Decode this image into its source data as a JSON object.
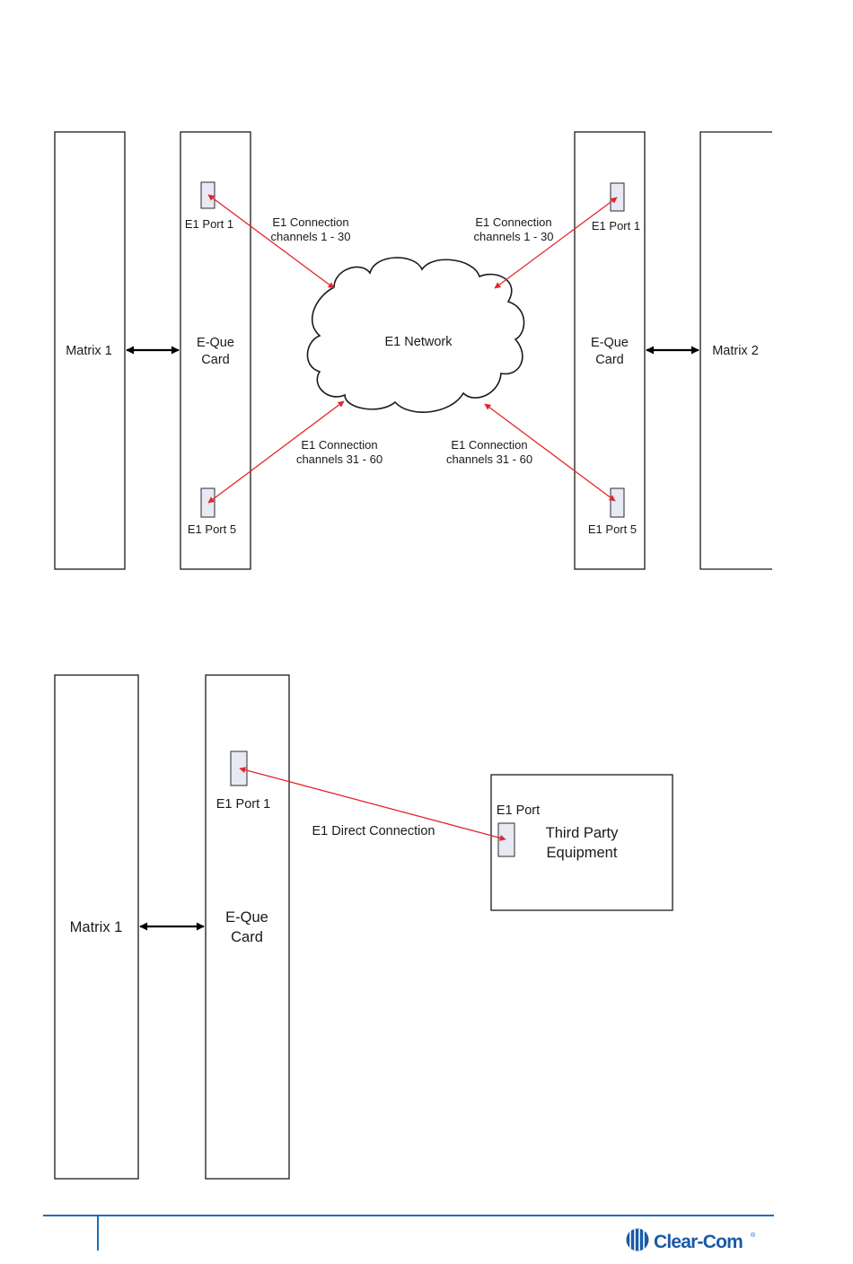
{
  "diagram1": {
    "left_matrix_label": "Matrix 1",
    "left_card_label": [
      "E-Que",
      "Card"
    ],
    "right_card_label": [
      "E-Que",
      "Card"
    ],
    "right_matrix_label": "Matrix 2",
    "network_label": "E1 Network",
    "left_port_top": "E1 Port 1",
    "left_port_bottom": "E1 Port 5",
    "right_port_top": "E1 Port 1",
    "right_port_bottom": "E1 Port 5",
    "conn_top_left": [
      "E1 Connection",
      "channels 1 - 30"
    ],
    "conn_top_right": [
      "E1 Connection",
      "channels 1 - 30"
    ],
    "conn_bottom_left": [
      "E1 Connection",
      "channels 31 - 60"
    ],
    "conn_bottom_right": [
      "E1 Connection",
      "channels 31 - 60"
    ]
  },
  "diagram2": {
    "matrix_label": "Matrix 1",
    "card_label": [
      "E-Que",
      "Card"
    ],
    "port_label": "E1 Port 1",
    "connection_label": "E1 Direct Connection",
    "third_party_port_label": "E1 Port",
    "third_party_label": [
      "Third Party",
      "Equipment"
    ]
  },
  "footer": {
    "brand": "Clear-Com",
    "brand_mark": "®",
    "colors": {
      "rule": "#1f6fb4",
      "brand": "#1a5aa8",
      "arrow": "#e3262b"
    }
  }
}
